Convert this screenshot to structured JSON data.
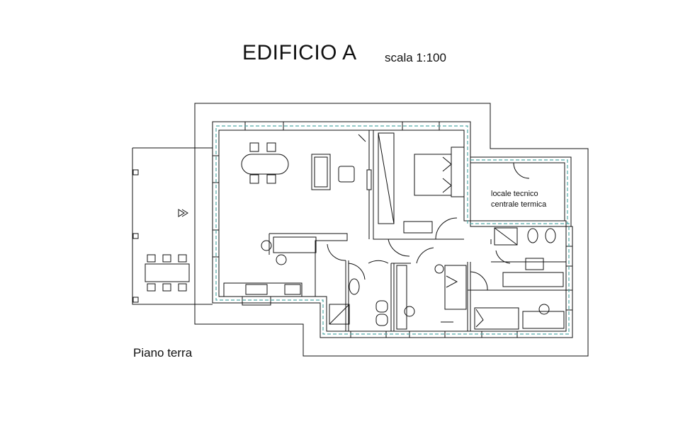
{
  "title": "EDIFICIO A",
  "scale": "scala 1:100",
  "floor_label": "Piano terra",
  "rooms": {
    "technical": {
      "line1": "locale tecnico",
      "line2": "centrale termica"
    }
  },
  "colors": {
    "line": "#111111",
    "insulation": "#4fa9a6"
  }
}
